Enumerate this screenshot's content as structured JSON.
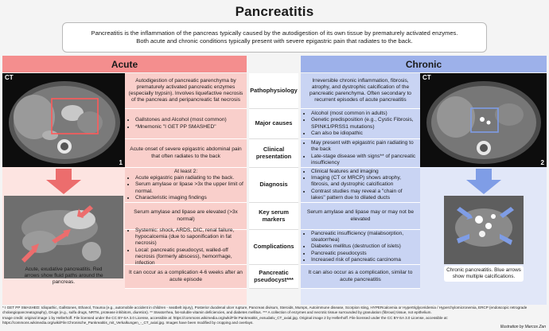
{
  "title": "Pancreatitis",
  "intro": {
    "line1": "Pancreatitis is the inflammation of the pancreas typically caused by the autodigestion of its own tissue by prematurely activated enzymes.",
    "line2": "Both acute and chronic conditions typically present with severe epigastric pain that radiates to the back."
  },
  "acute": {
    "header": "Acute",
    "ct_tag": "CT",
    "image_number": "1",
    "caption": "Acute, exudative pancreatitis. Red arrows show fluid paths around the pancreas."
  },
  "chronic": {
    "header": "Chronic",
    "ct_tag": "CT",
    "image_number": "2",
    "caption": "Chronic pancreatitis. Blue arrows show multiple calcifications."
  },
  "rows": [
    {
      "label": "Pathophysiology",
      "acute": "Autodigestion of pancreatic parenchyma by prematurely activated pancreatic enzymes (especially trypsin). Involves liquefactive necrosis of the pancreas and peripancreatic fat necrosis",
      "chronic": "Irreversible chronic inflammation, fibrosis, atrophy, and dystrophic calcification of the pancreatic parenchyma. Often secondary to recurrent episodes of acute pancreatitis"
    },
    {
      "label": "Major causes",
      "acute": [
        "Gallstones and Alcohol (most common)",
        "*Mnemonic \"I GET PP SMASHED\""
      ],
      "chronic": [
        "Alcohol (most common in adults)",
        "Genetic predisposition (e.g., Cystic Fibrosis, SPINK1/PRSS1 mutations)",
        "Can also be idiopathic"
      ]
    },
    {
      "label": "Clinical presentation",
      "acute": "Acute onset of severe epigastric abdominal pain that often radiates to the back",
      "chronic": [
        "May present with epigastric pain radiating to the back",
        "Late-stage disease with signs** of pancreatic insufficiency"
      ]
    },
    {
      "label": "Diagnosis",
      "acute_intro": "At least 2:",
      "acute": [
        "Acute epigastric pain radiating to the back.",
        "Serum amylase or lipase >3x the upper limit of normal.",
        "Characteristic imaging findings"
      ],
      "chronic": [
        "Clinical features and imaging",
        "Imaging (CT or MRCP) shows atrophy, fibrosis, and dystrophic calcification",
        "Contrast studies may reveal a \"chain of lakes\" pattern due to dilated ducts"
      ]
    },
    {
      "label": "Key serum markers",
      "acute": "Serum amylase and lipase are elevated (>3x normal)",
      "chronic": "Serum amylase and lipase may or may not be elevated"
    },
    {
      "label": "Complications",
      "acute": [
        "Systemic: shock, ARDS, DIC, renal failure, hypocalcemia (due to saponification in fat necrosis)",
        "Local: pancreatic pseudocyst, walled-off necrosis (formerly abscess), hemorrhage, infection"
      ],
      "chronic": [
        "Pancreatic insufficiency (malabsorption, steatorrhea)",
        "Diabetes mellitus (destruction of islets)",
        "Pancreatic pseudocysts",
        "Increased risk of pancreatic carcinoma"
      ]
    },
    {
      "label": "Pancreatic pseudocyst***",
      "acute": "It can occur as a complication 4-6 weeks after an acute episode",
      "chronic": "It can also occur as a complication, similar to acute pancreatitis"
    }
  ],
  "footer": {
    "mnemonic": "* I GET PP SMASHED: Idiopathic, Gallstones, Ethanol, Trauma (e.g., automobile accident in children - seatbelt injury), Posterior duodenal ulcer rupture, Pancreas divisum, Steroids, Mumps, Autoimmune disease, Scorpion sting, HYPERcalcemia or Hypertriglyceridemia / Hyperchylomicronemia, ERCP (endoscopic retrograde cholangiopancreatography), Drugs (e.g., sulfa drugs, NRTIs, protease inhibitors, diuretics). ** Steatorrhea, fat-soluble vitamin deficiencies, and diabetes mellitus. *** A collection of enzymes and necrotic tissue surrounded by granulation (fibrous) tissue, not epithelium.",
    "credit_line": "Image credit: original image 1 by Hellerhoff. File licensed under the CC BY-SA 3.0 License, accessible at: https://commons.wikimedia.org/wiki/File:Pankreatitis_exsudativ_CT_axial.jpg. Original image 2 by Hellerhoff. File licensed under the CC BY-SA 3.0 License, accessible at: https://commons.wikimedia.org/wiki/File:Chronische_Pankreatitis_mit_Verkalkungen_-_CT_axial.jpg. Images have been modified by cropping and overlays.",
    "illustrator": "Illustration by Marcos Zan"
  },
  "colors": {
    "acute_header": "#f48e8e",
    "acute_panel": "#fde4e1",
    "acute_cell": "#f9cfcb",
    "chronic_header": "#9db1ea",
    "chronic_panel": "#e1e7f8",
    "chronic_cell": "#c9d4f3",
    "arrow_red": "#ec6d6d",
    "arrow_blue": "#7f9de6"
  }
}
